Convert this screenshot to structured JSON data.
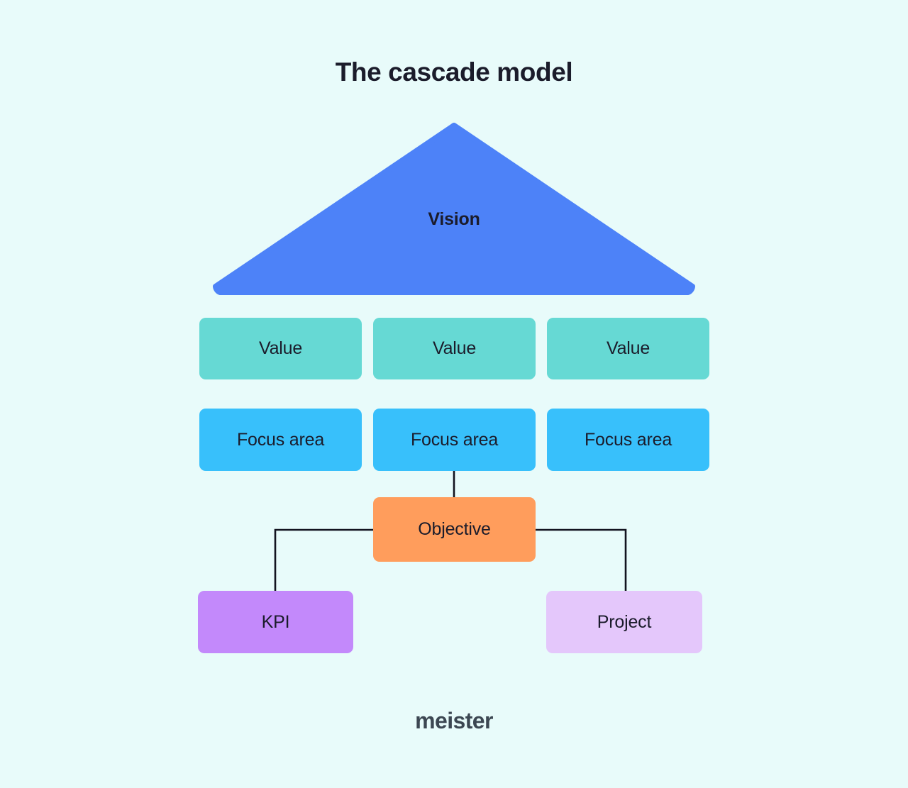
{
  "page": {
    "title": "The cascade model",
    "background_color": "#e8fbfa",
    "logo": "meister"
  },
  "diagram": {
    "type": "cascade-hierarchy",
    "vision": {
      "label": "Vision",
      "shape": "triangle",
      "color": "#4d82f8"
    },
    "values_row": {
      "color": "#66d9d4",
      "items": [
        {
          "label": "Value"
        },
        {
          "label": "Value"
        },
        {
          "label": "Value"
        }
      ]
    },
    "focus_row": {
      "color": "#38c0fb",
      "items": [
        {
          "label": "Focus area"
        },
        {
          "label": "Focus area"
        },
        {
          "label": "Focus area"
        }
      ]
    },
    "objective": {
      "label": "Objective",
      "color": "#ff9d5c"
    },
    "outcomes": [
      {
        "label": "KPI",
        "color": "#c389fb"
      },
      {
        "label": "Project",
        "color": "#e4c7fb"
      }
    ],
    "connector_color": "#12131f"
  }
}
